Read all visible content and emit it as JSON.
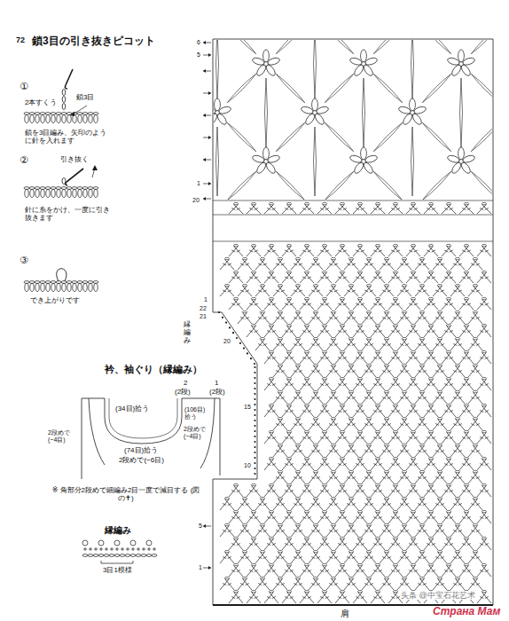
{
  "diagram": {
    "title": "鎖3目の引き抜きピコット",
    "labels": [
      "72",
      "①",
      "2本すくう",
      "鎖3目",
      "鎖を3目編み、矢印のように針を入れます",
      "②",
      "引き抜く",
      "針に糸をかけ、一度に引き抜きます",
      "③",
      "でき上がりです",
      "衿、袖ぐり（縁編み）",
      "2",
      "(2段)",
      "1",
      "(2段)",
      "(34目)拾う",
      "(106目) 拾う",
      "(74目)拾う",
      "2段めで(−6目)",
      "2段めで (−4目)",
      "2段めで (−4目)",
      "※ 角部分2段めで細編み2目一度で減目する (図の✝)",
      "縁編み",
      "3目1模様",
      "6",
      "5",
      "1",
      "20",
      "1",
      "22",
      "21",
      "縁編み",
      "20",
      "15",
      "10",
      "5",
      "1",
      "肩",
      "头条 @中宝石花艺术",
      "Страна Мам"
    ]
  }
}
